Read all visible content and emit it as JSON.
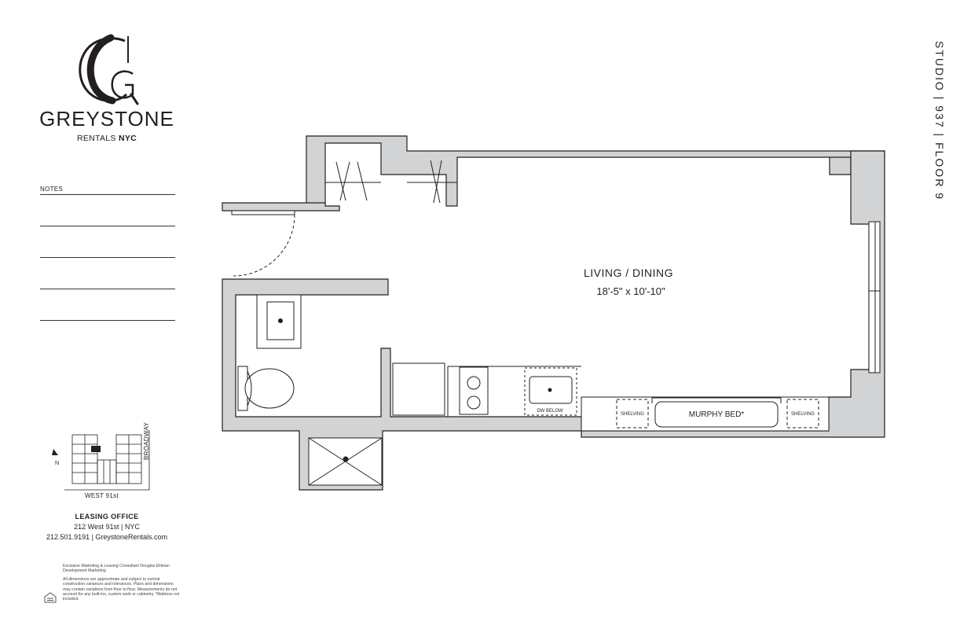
{
  "brand": {
    "name": "GREYSTONE",
    "subtitle_prefix": "RENTALS",
    "subtitle_bold": "NYC",
    "logo_letter": "G"
  },
  "notes": {
    "label": "NOTES"
  },
  "unit": {
    "title": "STUDIO  |  937  |  FLOOR 9"
  },
  "plan": {
    "room_name": "LIVING / DINING",
    "room_dims": "18'-5\" x 10'-10\"",
    "murphy_bed": "MURPHY BED*",
    "shelving_left": "SHELVING",
    "shelving_right": "SHELVING",
    "dw_below": "DW BELOW",
    "wall_color": "#d1d3d4"
  },
  "keymap": {
    "street": "WEST 91st",
    "avenue": "BROADWAY",
    "north": "N"
  },
  "leasing": {
    "title": "LEASING OFFICE",
    "address": "212 West 91st  |  NYC",
    "contact": "212.501.9191  |  GreystoneRentals.com"
  },
  "fine_print": {
    "consultant": "Exclusive Marketing & Leasing Consultant Douglas Elliman Development Marketing",
    "disclaimer": "All dimensions are approximate and subject to normal construction variances and tolerances. Plans and dimensions may contain variations from floor to floor. Measurements do not account for any built-ins, custom work or cabinetry. *Mattress not included."
  }
}
